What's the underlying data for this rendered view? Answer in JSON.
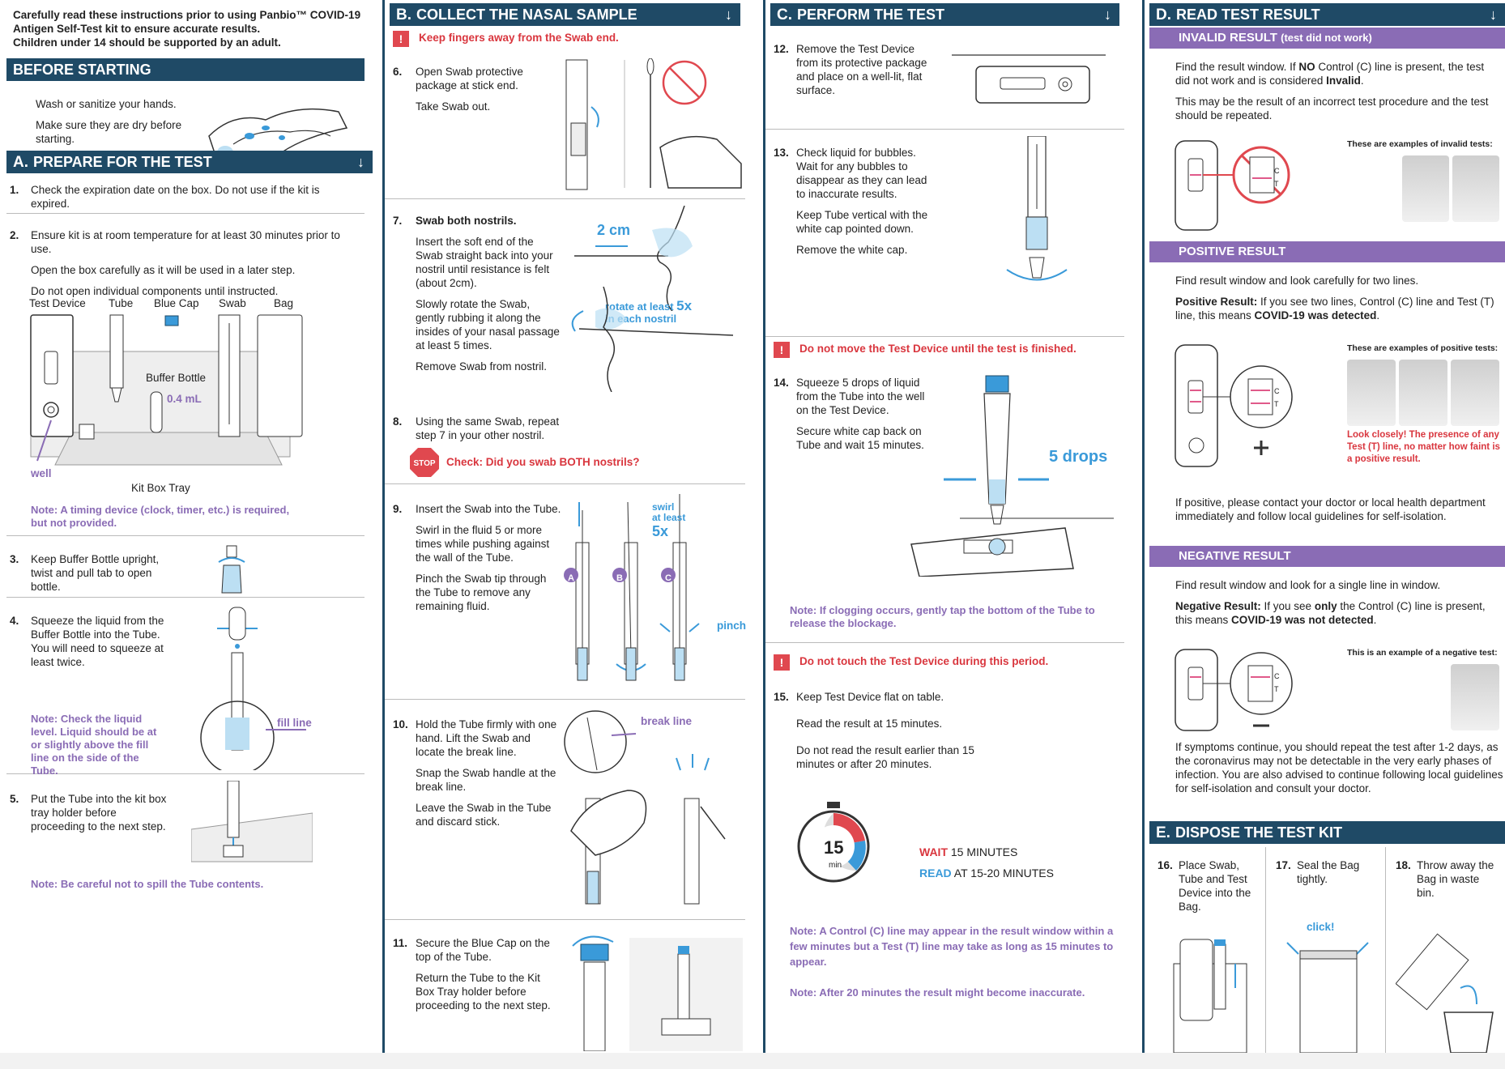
{
  "intro": {
    "line1": "Carefully read these instructions prior to using Panbio™ COVID-19",
    "line2": "Antigen Self-Test kit to ensure accurate results.",
    "line3": "Children under 14 should be supported by an adult."
  },
  "before": {
    "title": "BEFORE STARTING",
    "p1": "Wash or sanitize your hands.",
    "p2": "Make sure they are dry before starting."
  },
  "sectionA": {
    "letter": "A.",
    "title": "PREPARE FOR THE TEST",
    "arrow": "↓",
    "s1": {
      "num": "1.",
      "text": "Check the expiration date on the box. Do not use if the kit is expired."
    },
    "s2": {
      "num": "2.",
      "p1": "Ensure kit is at room temperature for at least 30 minutes prior to use.",
      "p2": "Open the box carefully as it will be used in a later step.",
      "p3": "Do not open individual components until instructed.",
      "labels": {
        "device": "Test Device",
        "tube": "Tube",
        "cap": "Blue Cap",
        "swab": "Swab",
        "bag": "Bag",
        "buffer": "Buffer Bottle",
        "volume": "0.4 mL",
        "well": "well",
        "tray": "Kit Box Tray"
      },
      "note": "Note: A timing device (clock, timer, etc.) is required, but not provided."
    },
    "s3": {
      "num": "3.",
      "text": "Keep Buffer Bottle upright, twist and pull tab to open bottle."
    },
    "s4": {
      "num": "4.",
      "text": "Squeeze the liquid from the Buffer Bottle into the Tube. You will need to squeeze at least twice.",
      "note": "Note: Check the liquid level. Liquid should be at or slightly above the fill line on the side of the Tube.",
      "fill": "fill line"
    },
    "s5": {
      "num": "5.",
      "text": "Put the Tube into the kit box tray holder before proceeding to the next step.",
      "note": "Note: Be careful not to spill the Tube contents."
    }
  },
  "sectionB": {
    "letter": "B.",
    "title": "COLLECT THE NASAL SAMPLE",
    "arrow": "↓",
    "warn": "Keep fingers away from the Swab end.",
    "s6": {
      "num": "6.",
      "p1": "Open Swab protective package at stick end.",
      "p2": "Take Swab out."
    },
    "s7": {
      "num": "7.",
      "head": "Swab both nostrils.",
      "p1": "Insert the soft end of the Swab straight back into your nostril until resistance is felt (about 2cm).",
      "p2": "Slowly rotate the Swab, gently rubbing it along the insides of your nasal passage at least 5 times.",
      "p3": "Remove Swab from nostril.",
      "cm": "2 cm",
      "rotate1": "rotate at least",
      "rotate5x": "5x",
      "rotate2": "in each nostril"
    },
    "s8": {
      "num": "8.",
      "text": "Using the same Swab, repeat step 7 in your other nostril."
    },
    "stop": {
      "badge": "STOP",
      "text": "Check: Did you swab BOTH nostrils?"
    },
    "s9": {
      "num": "9.",
      "p1": "Insert the Swab into the Tube.",
      "p2": "Swirl in the fluid 5 or more times while pushing against the wall of the Tube.",
      "p3": "Pinch the Swab tip through the Tube to remove any remaining fluid.",
      "swirl1": "swirl",
      "swirl2": "at least",
      "swirl5x": "5x",
      "a": "A",
      "b": "B",
      "c": "C",
      "pinch": "pinch"
    },
    "s10": {
      "num": "10.",
      "p1": "Hold the Tube firmly with one hand. Lift the Swab and locate the break line.",
      "p2": "Snap the Swab handle at the break line.",
      "p3": "Leave the Swab in the Tube and discard stick.",
      "break": "break line"
    },
    "s11": {
      "num": "11.",
      "p1": "Secure the Blue Cap on the top of the Tube.",
      "p2": "Return the Tube to the Kit Box Tray holder before proceeding to the next step."
    }
  },
  "sectionC": {
    "letter": "C.",
    "title": "PERFORM THE TEST",
    "arrow": "↓",
    "s12": {
      "num": "12.",
      "text": "Remove the Test Device from its protective package and place on a well-lit, flat surface."
    },
    "s13": {
      "num": "13.",
      "p1": "Check liquid for bubbles. Wait for any bubbles to disappear as they can lead to inaccurate results.",
      "p2": "Keep Tube vertical with the white cap pointed down.",
      "p3": "Remove the white cap."
    },
    "warn1": "Do not move the Test Device until the test is finished.",
    "s14": {
      "num": "14.",
      "p1": "Squeeze 5 drops of liquid from the Tube into the well on the Test Device.",
      "p2": "Secure white cap back on Tube and wait 15 minutes.",
      "drops": "5 drops",
      "note": "Note: If clogging occurs, gently tap the bottom of the Tube to release the blockage."
    },
    "warn2": "Do not touch the Test Device during this period.",
    "s15": {
      "num": "15.",
      "p1": "Keep Test Device flat on table.",
      "p2": "Read the result at 15 minutes.",
      "p3": "Do not read the result earlier than 15 minutes or after 20 minutes."
    },
    "timer": {
      "num": "15",
      "unit": "min",
      "wait": "WAIT",
      "waitRest": "15 MINUTES",
      "read": "READ",
      "readRest": "AT 15-20 MINUTES"
    },
    "note1": "Note: A Control (C) line may appear in the result window within a few minutes but a Test (T) line may take as long as 15 minutes to appear.",
    "note2": "Note: After 20 minutes the result might become inaccurate."
  },
  "sectionD": {
    "letter": "D.",
    "title": "READ TEST RESULT",
    "arrow": "↓",
    "invalid": {
      "title": "INVALID RESULT",
      "sub": "(test did not work)",
      "p1a": "Find the result window. If ",
      "p1b": "NO",
      "p1c": " Control (C) line is present, the test did not work and is considered ",
      "p1d": "Invalid",
      "p1e": ".",
      "p2": "This may be the result of an incorrect test procedure and the test should be repeated.",
      "examples": "These are examples of invalid tests:"
    },
    "positive": {
      "title": "POSITIVE RESULT",
      "p1": "Find result window and look carefully for two lines.",
      "p2a": "Positive Result:",
      "p2b": " If you see two lines, Control (C) line and Test (T) line, this means ",
      "p2c": "COVID-19 was detected",
      "p2d": ".",
      "examples": "These are examples of positive tests:",
      "warn": "Look closely! The presence of any Test (T) line, no matter how faint is a positive result.",
      "p3": "If positive, please contact your doctor or local health department immediately and follow local guidelines for self-isolation."
    },
    "negative": {
      "title": "NEGATIVE RESULT",
      "p1": "Find result window and look for a single line in window.",
      "p2a": "Negative Result:",
      "p2b": " If you see ",
      "p2c": "only",
      "p2d": " the Control (C) line is present, this means ",
      "p2e": "COVID-19 was not detected",
      "p2f": ".",
      "examples": "This is an example of a negative test:",
      "p3": "If symptoms continue, you should repeat the test after 1-2 days, as the coronavirus may not be detectable in the very early phases of infection. You are also advised to continue following local guidelines for self-isolation and consult your doctor."
    },
    "c": "C",
    "t": "T"
  },
  "sectionE": {
    "letter": "E.",
    "title": "DISPOSE THE TEST KIT",
    "s16": {
      "num": "16.",
      "text": "Place Swab, Tube and Test Device into the Bag."
    },
    "s17": {
      "num": "17.",
      "text": "Seal the Bag tightly.",
      "click": "click!"
    },
    "s18": {
      "num": "18.",
      "text": "Throw away the Bag in waste bin."
    }
  },
  "colors": {
    "navy": "#1f4a66",
    "purple": "#8a6cb5",
    "red": "#e0484f",
    "blue": "#3a9ad9"
  }
}
